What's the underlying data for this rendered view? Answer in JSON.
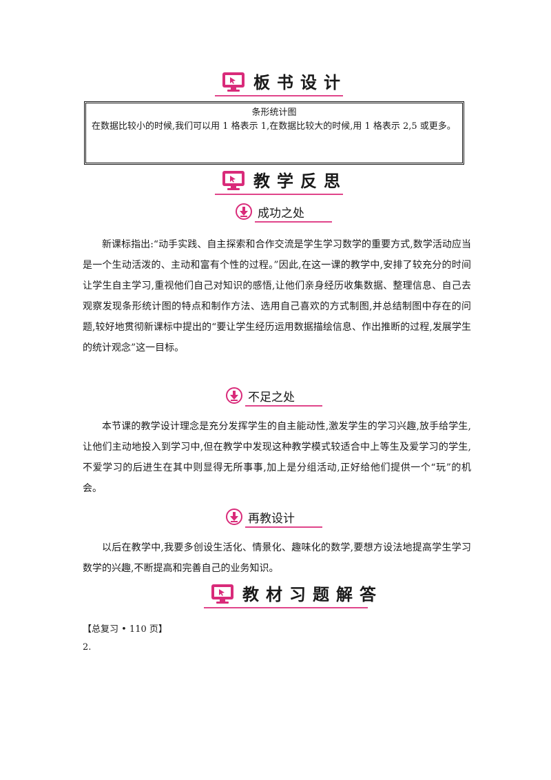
{
  "headers": {
    "board_design": "板书设计",
    "teaching_reflection": "教学反思",
    "textbook_answers": "教材习题解答"
  },
  "board": {
    "title": "条形统计图",
    "content": "在数据比较小的时候,我们可以用 1 格表示 1,在数据比较大的时候,用 1 格表示 2,5 或更多。"
  },
  "reflection": {
    "success": {
      "title": "成功之处",
      "text": "新课标指出:“动手实践、自主探索和合作交流是学生学习数学的重要方式,数学活动应当是一个生动活泼的、主动和富有个性的过程。”因此,在这一课的教学中,安排了较充分的时间让学生自主学习,重视他们自己对知识的感悟,让他们亲身经历收集数据、整理信息、自己去观察发现条形统计图的特点和制作方法、选用自己喜欢的方式制图,并总结制图中存在的问题,较好地贯彻新课标中提出的“要让学生经历运用数据描绘信息、作出推断的过程,发展学生的统计观念”这一目标。"
    },
    "shortcoming": {
      "title": "不足之处",
      "text": "本节课的教学设计理念是充分发挥学生的自主能动性,激发学生的学习兴趣,放手给学生,让他们主动地投入到学习中,但在教学中发现这种教学模式较适合中上等生及爱学习的学生,不爱学习的后进生在其中则显得无所事事,加上是分组活动,正好给他们提供一个“玩”的机会。"
    },
    "redesign": {
      "title": "再教设计",
      "text": "以后在教学中,我要多创设生活化、情景化、趣味化的数学,要想方设法地提高学生学习数学的兴趣,不断提高和完善自己的业务知识。"
    }
  },
  "answers": {
    "reference": "【总复习 • 110 页】",
    "item": "2."
  },
  "colors": {
    "accent": "#e0448a",
    "icon_fill": "#d92b7a"
  }
}
